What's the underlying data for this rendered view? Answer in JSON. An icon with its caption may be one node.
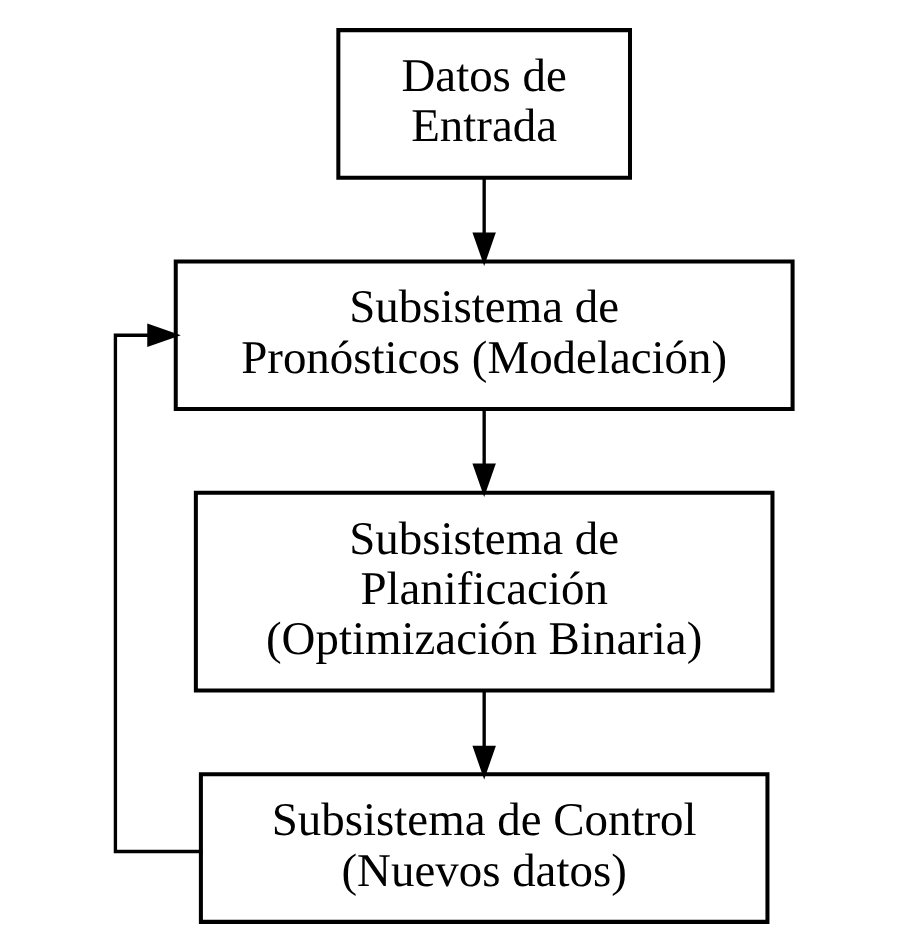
{
  "diagram": {
    "nodes": [
      {
        "text": [
          "Datos de Entrada"
        ]
      },
      {
        "text": [
          "Subsistema de Pronósticos (Modelación)"
        ]
      },
      {
        "text": [
          "Subsistema de Planificación (Optimización Binaria)"
        ]
      },
      {
        "text": [
          "Subsistema de Control (Nuevos datos)"
        ]
      }
    ],
    "edges": [
      {
        "from": 0,
        "to": 1,
        "arrow": "to"
      },
      {
        "from": 1,
        "to": 2,
        "arrow": "to"
      },
      {
        "from": 2,
        "to": 3,
        "arrow": "to"
      },
      {
        "from": 3,
        "to": 1,
        "arrow": "to"
      }
    ]
  }
}
